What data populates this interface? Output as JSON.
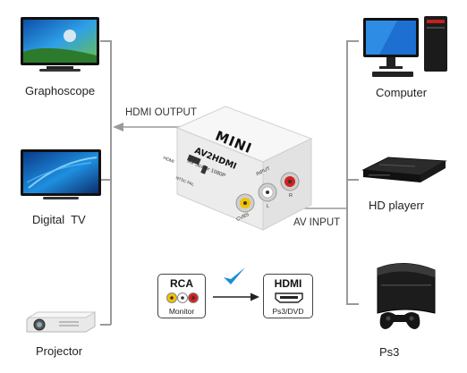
{
  "left_devices": [
    {
      "label": "Graphoscope",
      "icon": "tv-icon"
    },
    {
      "label": "Digital  TV",
      "icon": "tv-icon"
    },
    {
      "label": "Projector",
      "icon": "projector-icon"
    }
  ],
  "right_devices": [
    {
      "label": "Computer",
      "icon": "desktop-computer-icon"
    },
    {
      "label": "HD playerr",
      "icon": "dvd-player-icon"
    },
    {
      "label": "Ps3",
      "icon": "game-console-icon"
    }
  ],
  "arrows": {
    "hdmi_output": "HDMI OUTPUT",
    "av_input": "AV INPUT"
  },
  "device": {
    "brand": "MINI",
    "model": "AV2HDMI",
    "sub": "AV Scaler 1080P",
    "port_input": "INPUT",
    "port_cvbs": "CVBS",
    "port_l": "L",
    "port_r": "R",
    "port_hdmi": "HDMI",
    "switch_label": "NTSC PAL"
  },
  "legend": {
    "rca_title": "RCA",
    "rca_sub": "Monitor",
    "hdmi_title": "HDMI",
    "hdmi_sub": "Ps3/DVD"
  },
  "colors": {
    "line": "#9a9a9a",
    "check": "#1a8fd6",
    "rca_yellow": "#f2c200",
    "rca_white": "#e8e8e8",
    "rca_red": "#d42020"
  }
}
